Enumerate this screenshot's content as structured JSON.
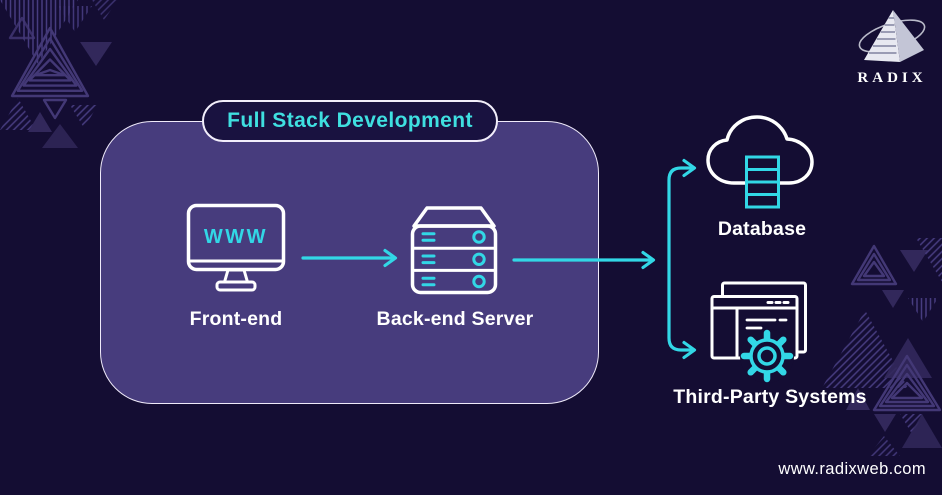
{
  "colors": {
    "background": "#140d33",
    "panel_fill": "#473c7d",
    "panel_border": "#efeafa",
    "badge_bg": "#191240",
    "title_cyan": "#3fdfe0",
    "accent_cyan": "#32d7e6",
    "text_white": "#ffffff",
    "triangle": "#463b7a",
    "triangle_solid": "#342a5e"
  },
  "badge": {
    "label": "Full Stack Development"
  },
  "nodes": {
    "frontend": {
      "label": "Front-end",
      "screen_text": "WWW"
    },
    "backend": {
      "label": "Back-end Server"
    },
    "database": {
      "label": "Database"
    },
    "third_party": {
      "label": "Third-Party Systems"
    }
  },
  "branding": {
    "logo_text": "RADIX",
    "website": "www.radixweb.com"
  }
}
